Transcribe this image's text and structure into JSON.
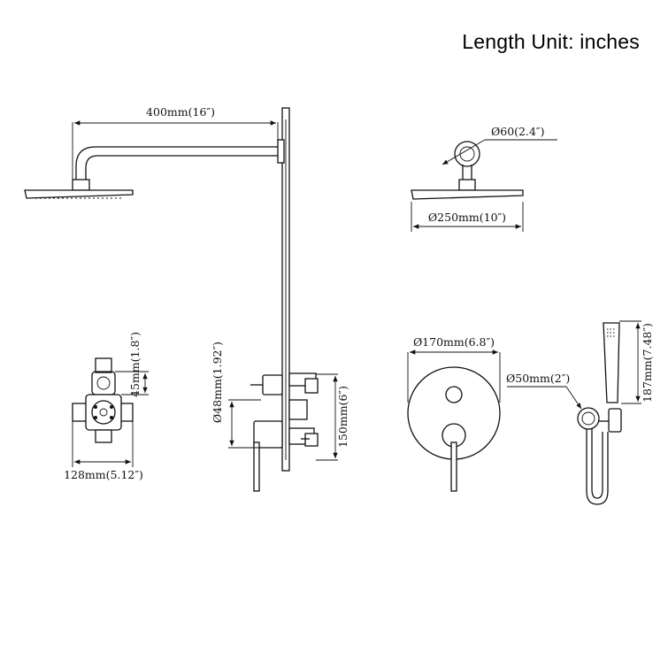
{
  "header": {
    "title": "Length Unit: inches"
  },
  "dimensions": {
    "arm_length": "400mm(16″)",
    "arm_flange_dia": "Ø60(2.4″)",
    "head_dia": "Ø250mm(10″)",
    "valve_body_height": "45mm(1.8″)",
    "valve_body_width": "128mm(5.12″)",
    "handle_dia": "Ø48mm(1.92″)",
    "valve_depth": "150mm(6″)",
    "plate_dia": "Ø170mm(6.8″)",
    "outlet_dia": "Ø50mm(2″)",
    "hand_shower_length": "187mm(7.48″)"
  },
  "colors": {
    "line": "#111111",
    "background": "#ffffff"
  }
}
